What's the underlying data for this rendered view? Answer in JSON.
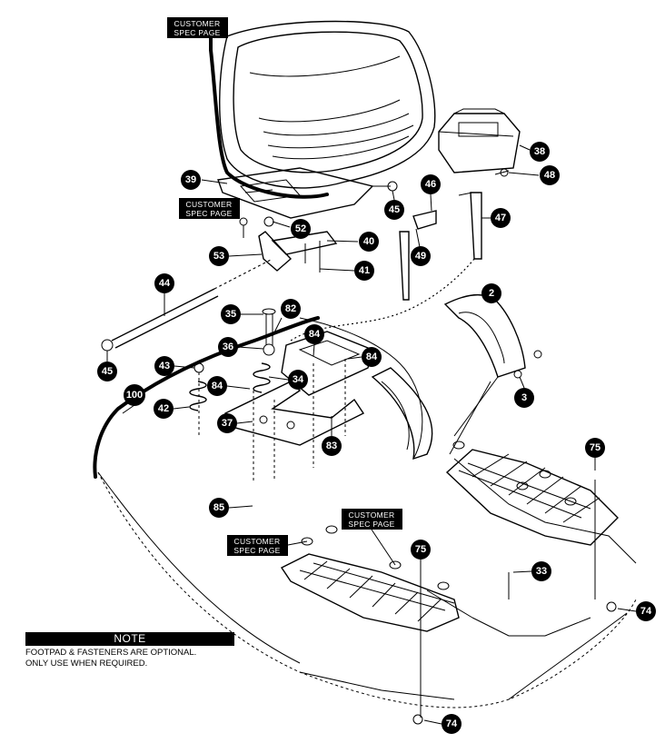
{
  "callouts": [
    {
      "id": "c38",
      "label": "38"
    },
    {
      "id": "c48",
      "label": "48"
    },
    {
      "id": "c39",
      "label": "39"
    },
    {
      "id": "c46",
      "label": "46"
    },
    {
      "id": "c45a",
      "label": "45"
    },
    {
      "id": "c47",
      "label": "47"
    },
    {
      "id": "c52",
      "label": "52"
    },
    {
      "id": "c40",
      "label": "40"
    },
    {
      "id": "c49",
      "label": "49"
    },
    {
      "id": "c53",
      "label": "53"
    },
    {
      "id": "c41",
      "label": "41"
    },
    {
      "id": "c44",
      "label": "44"
    },
    {
      "id": "c2",
      "label": "2"
    },
    {
      "id": "c35",
      "label": "35"
    },
    {
      "id": "c82",
      "label": "82"
    },
    {
      "id": "c36",
      "label": "36"
    },
    {
      "id": "c84a",
      "label": "84"
    },
    {
      "id": "c84b",
      "label": "84"
    },
    {
      "id": "c45b",
      "label": "45"
    },
    {
      "id": "c43",
      "label": "43"
    },
    {
      "id": "c34",
      "label": "34"
    },
    {
      "id": "c84c",
      "label": "84"
    },
    {
      "id": "c3",
      "label": "3"
    },
    {
      "id": "c100",
      "label": "100"
    },
    {
      "id": "c42",
      "label": "42"
    },
    {
      "id": "c37",
      "label": "37"
    },
    {
      "id": "c83",
      "label": "83"
    },
    {
      "id": "c75a",
      "label": "75"
    },
    {
      "id": "c85",
      "label": "85"
    },
    {
      "id": "c75b",
      "label": "75"
    },
    {
      "id": "c33",
      "label": "33"
    },
    {
      "id": "c74a",
      "label": "74"
    },
    {
      "id": "c74b",
      "label": "74"
    }
  ],
  "spec_labels": {
    "line1": "CUSTOMER",
    "line2": "SPEC PAGE"
  },
  "note": {
    "title": "NOTE",
    "line1": "FOOTPAD & FASTENERS ARE OPTIONAL.",
    "line2": "ONLY USE WHEN REQUIRED."
  }
}
